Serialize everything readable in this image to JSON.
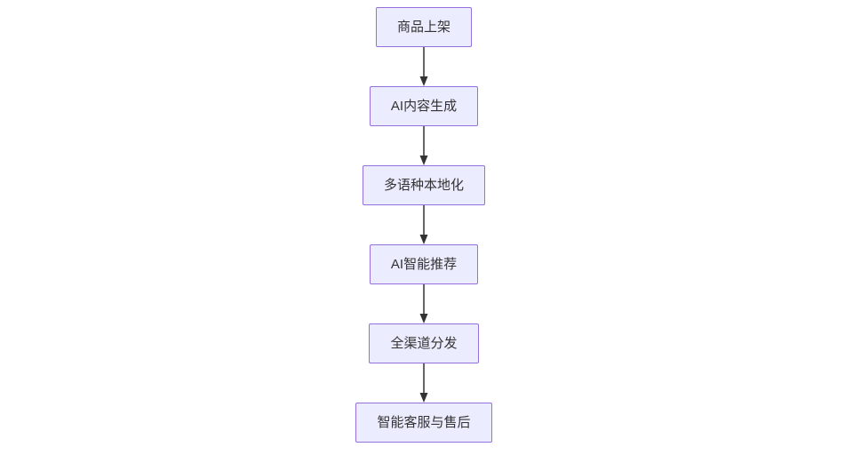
{
  "flowchart": {
    "type": "flowchart",
    "direction": "top-down",
    "nodes": [
      {
        "id": "n1",
        "label": "商品上架"
      },
      {
        "id": "n2",
        "label": "AI内容生成"
      },
      {
        "id": "n3",
        "label": "多语种本地化"
      },
      {
        "id": "n4",
        "label": "AI智能推荐"
      },
      {
        "id": "n5",
        "label": "全渠道分发"
      },
      {
        "id": "n6",
        "label": "智能客服与售后"
      }
    ],
    "edges": [
      {
        "from": "商品上架",
        "to": "AI内容生成",
        "style": "solid-arrow"
      },
      {
        "from": "AI内容生成",
        "to": "多语种本地化",
        "style": "solid-arrow"
      },
      {
        "from": "多语种本地化",
        "to": "AI智能推荐",
        "style": "solid-arrow"
      },
      {
        "from": "AI智能推荐",
        "to": "全渠道分发",
        "style": "solid-arrow"
      },
      {
        "from": "全渠道分发",
        "to": "智能客服与售后",
        "style": "solid-arrow"
      }
    ],
    "colors": {
      "node_fill": "#ECECFF",
      "node_border": "#9370DB",
      "edge": "#333333",
      "text": "#333333",
      "background": "#FFFFFF"
    }
  }
}
